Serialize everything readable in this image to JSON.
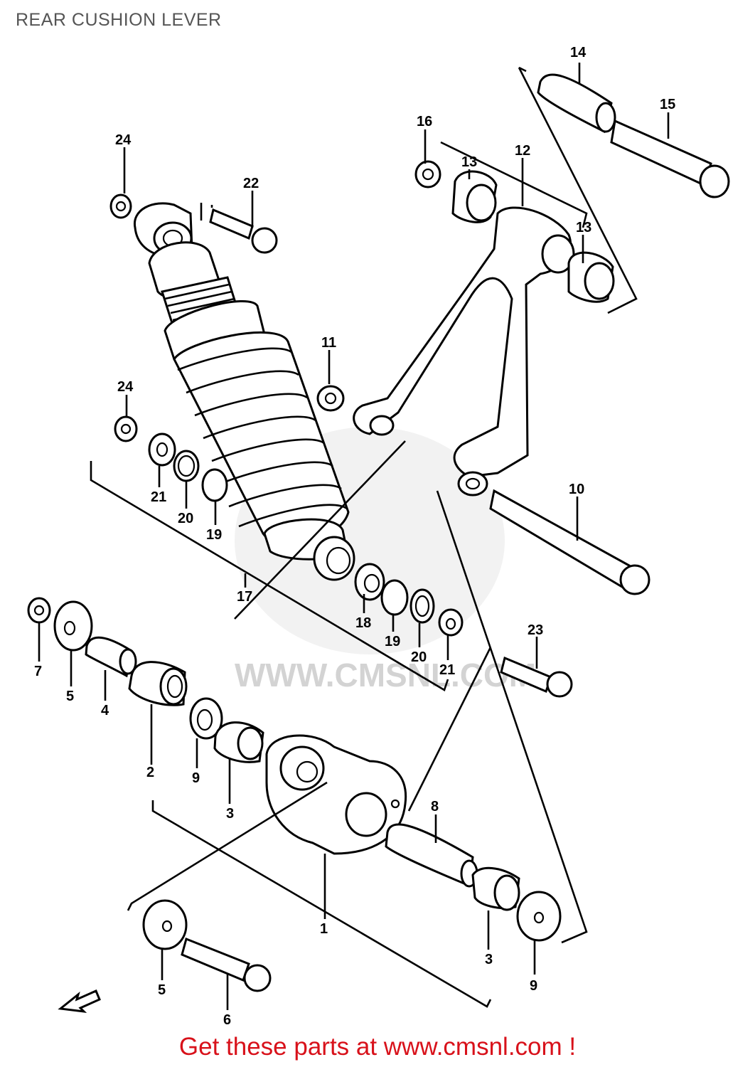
{
  "title": "REAR CUSHION LEVER",
  "watermark": "WWW.CMSNL.COM",
  "footer": {
    "text": "Get these parts at www.cmsnl.com !"
  },
  "callouts": [
    "1",
    "2",
    "3",
    "3",
    "4",
    "5",
    "5",
    "6",
    "7",
    "8",
    "9",
    "9",
    "10",
    "11",
    "12",
    "13",
    "13",
    "14",
    "15",
    "16",
    "17",
    "18",
    "19",
    "19",
    "20",
    "20",
    "21",
    "21",
    "22",
    "23",
    "24",
    "24"
  ],
  "colors": {
    "footer": "#d8111a",
    "title": "#555555",
    "ink": "#000000",
    "watermark": "#d6d6d6"
  }
}
